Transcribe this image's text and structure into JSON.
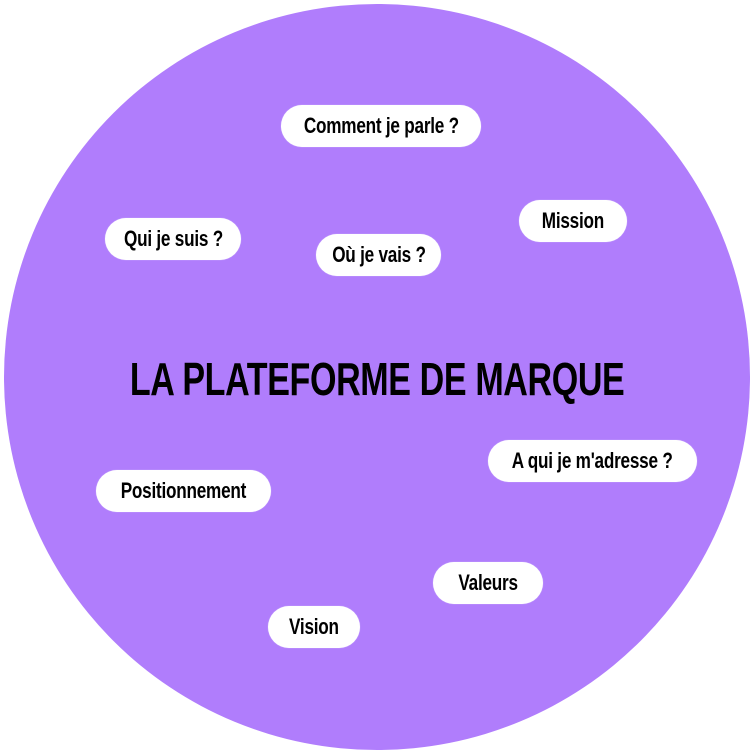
{
  "title": "LA PLATEFORME DE MARQUE",
  "colors": {
    "circle": "#b07dfc",
    "pill": "#ffffff",
    "text": "#000000"
  },
  "items": [
    "Comment je parle ?",
    "Qui je suis ?",
    "Où je vais ?",
    "Mission",
    "A qui je m'adresse ?",
    "Positionnement",
    "Valeurs",
    "Vision"
  ]
}
